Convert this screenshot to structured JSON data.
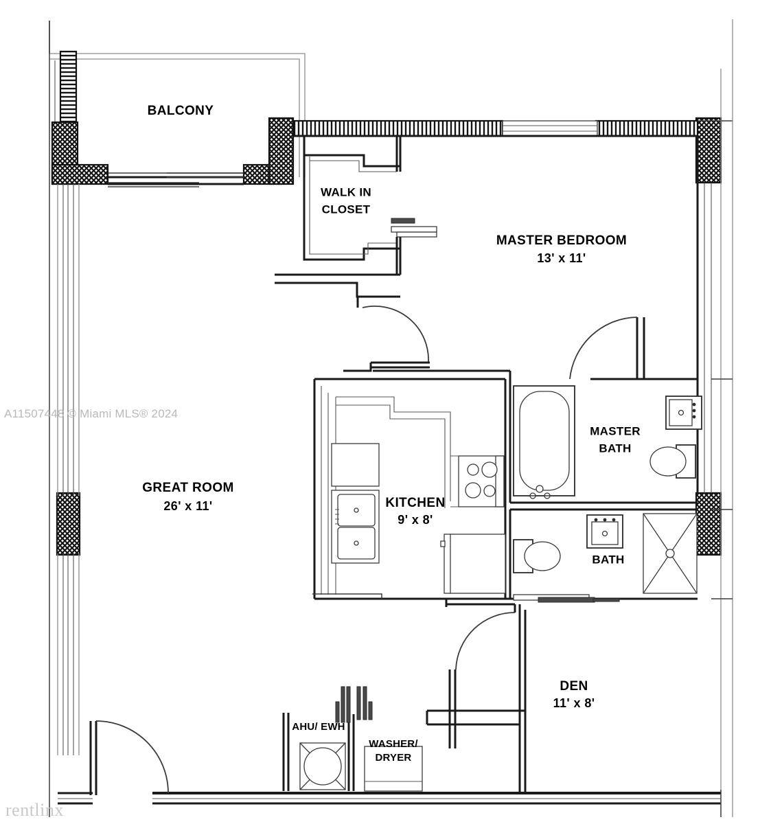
{
  "document": {
    "type": "floor-plan",
    "watermark": "A11507448 © Miami MLS® 2024",
    "brand": "rentlinx"
  },
  "rooms": [
    {
      "id": "balcony",
      "name": "BALCONY",
      "dimensions": ""
    },
    {
      "id": "walk-in",
      "name_line1": "WALK IN",
      "name_line2": "CLOSET",
      "dimensions": ""
    },
    {
      "id": "master-bed",
      "name": "MASTER BEDROOM",
      "dimensions": "13' x 11'"
    },
    {
      "id": "great-room",
      "name": "GREAT ROOM",
      "dimensions": "26' x 11'"
    },
    {
      "id": "kitchen",
      "name": "KITCHEN",
      "dimensions": "9' x 8'"
    },
    {
      "id": "master-bath",
      "name_line1": "MASTER",
      "name_line2": "BATH",
      "dimensions": ""
    },
    {
      "id": "bath",
      "name": "BATH",
      "dimensions": ""
    },
    {
      "id": "den",
      "name": "DEN",
      "dimensions": "11' x 8'"
    },
    {
      "id": "ahu",
      "name": "AHU/ EWH",
      "dimensions": ""
    },
    {
      "id": "laundry",
      "name_line1": "WASHER/",
      "name_line2": "DRYER",
      "dimensions": ""
    }
  ],
  "labels": {
    "balcony": "BALCONY",
    "walk_in_1": "WALK IN",
    "walk_in_2": "CLOSET",
    "master_bedroom": "MASTER BEDROOM",
    "master_bedroom_dim": "13' x 11'",
    "great_room": "GREAT ROOM",
    "great_room_dim": "26' x 11'",
    "kitchen": "KITCHEN",
    "kitchen_dim": "9' x 8'",
    "master_bath_1": "MASTER",
    "master_bath_2": "BATH",
    "bath": "BATH",
    "den": "DEN",
    "den_dim": "11' x 8'",
    "ahu_ewh": "AHU/ EWH",
    "washer_1": "WASHER/",
    "washer_2": "DRYER"
  },
  "colors": {
    "line": "#1a1a1a",
    "thin_line": "#3a3a3a",
    "glass": "#8d8d8d",
    "watermark": "#b9b9b9",
    "brand": "#c9c9c9",
    "paper": "#ffffff"
  },
  "fixtures": [
    "bathtub",
    "toilet-master",
    "sink-master",
    "toilet-bath",
    "sink-bath",
    "shower-bath",
    "kitchen-sink",
    "range-cooktop",
    "refrigerator",
    "air-handler",
    "washer-dryer"
  ],
  "doors": [
    "entry-door",
    "master-bedroom-door",
    "master-bath-door",
    "den-door",
    "balcony-slider",
    "bedroom-window-slider",
    "closet-bypass-doors",
    "bath-bypass-doors"
  ]
}
